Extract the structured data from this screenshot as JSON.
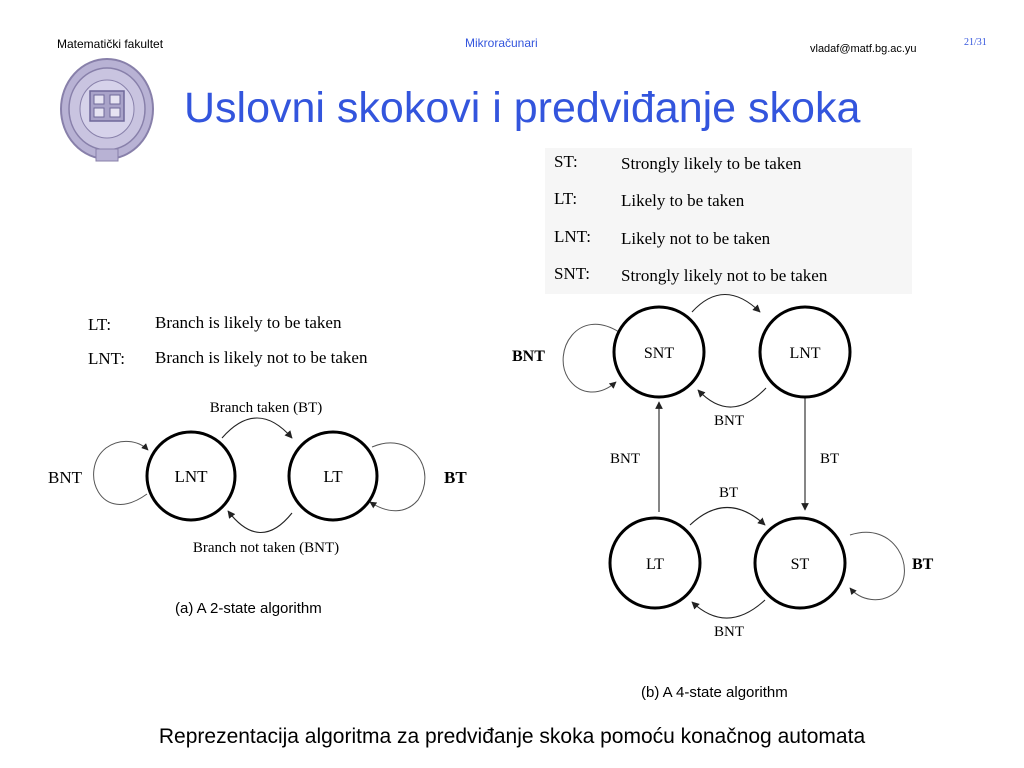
{
  "header": {
    "faculty": "Matematički fakultet",
    "course": "Mikroračunari",
    "email": "vladaf@matf.bg.ac.yu",
    "page": "21/31"
  },
  "title": "Uslovni skokovi i predviđanje skoka",
  "caption": "Reprezentacija algoritma za predviđanje skoka pomoću konačnog automata",
  "legend_four_state": [
    {
      "abbr": "ST:",
      "desc": "Strongly likely to be taken"
    },
    {
      "abbr": "LT:",
      "desc": "Likely to be taken"
    },
    {
      "abbr": "LNT:",
      "desc": "Likely not to be taken"
    },
    {
      "abbr": "SNT:",
      "desc": "Strongly likely not to be taken"
    }
  ],
  "legend_two_state": [
    {
      "abbr": "LT:",
      "desc": "Branch is likely to be taken"
    },
    {
      "abbr": "LNT:",
      "desc": "Branch is likely not to be taken"
    }
  ],
  "two_state": {
    "states": {
      "lnt": "LNT",
      "lt": "LT"
    },
    "edge_top": "Branch taken (BT)",
    "edge_bottom": "Branch not taken (BNT)",
    "self_left": "BNT",
    "self_right": "BT",
    "caption": "(a) A 2-state algorithm"
  },
  "four_state": {
    "states": {
      "snt": "SNT",
      "lnt": "LNT",
      "lt": "LT",
      "st": "ST"
    },
    "snt_self": "BNT",
    "snt_lnt_bottom": "BNT",
    "lt_to_snt": "BNT",
    "lnt_to_st": "BT",
    "lt_st_top": "BT",
    "lt_st_bottom": "BNT",
    "st_self": "BT",
    "caption": "(b) A 4-state algorithm"
  }
}
